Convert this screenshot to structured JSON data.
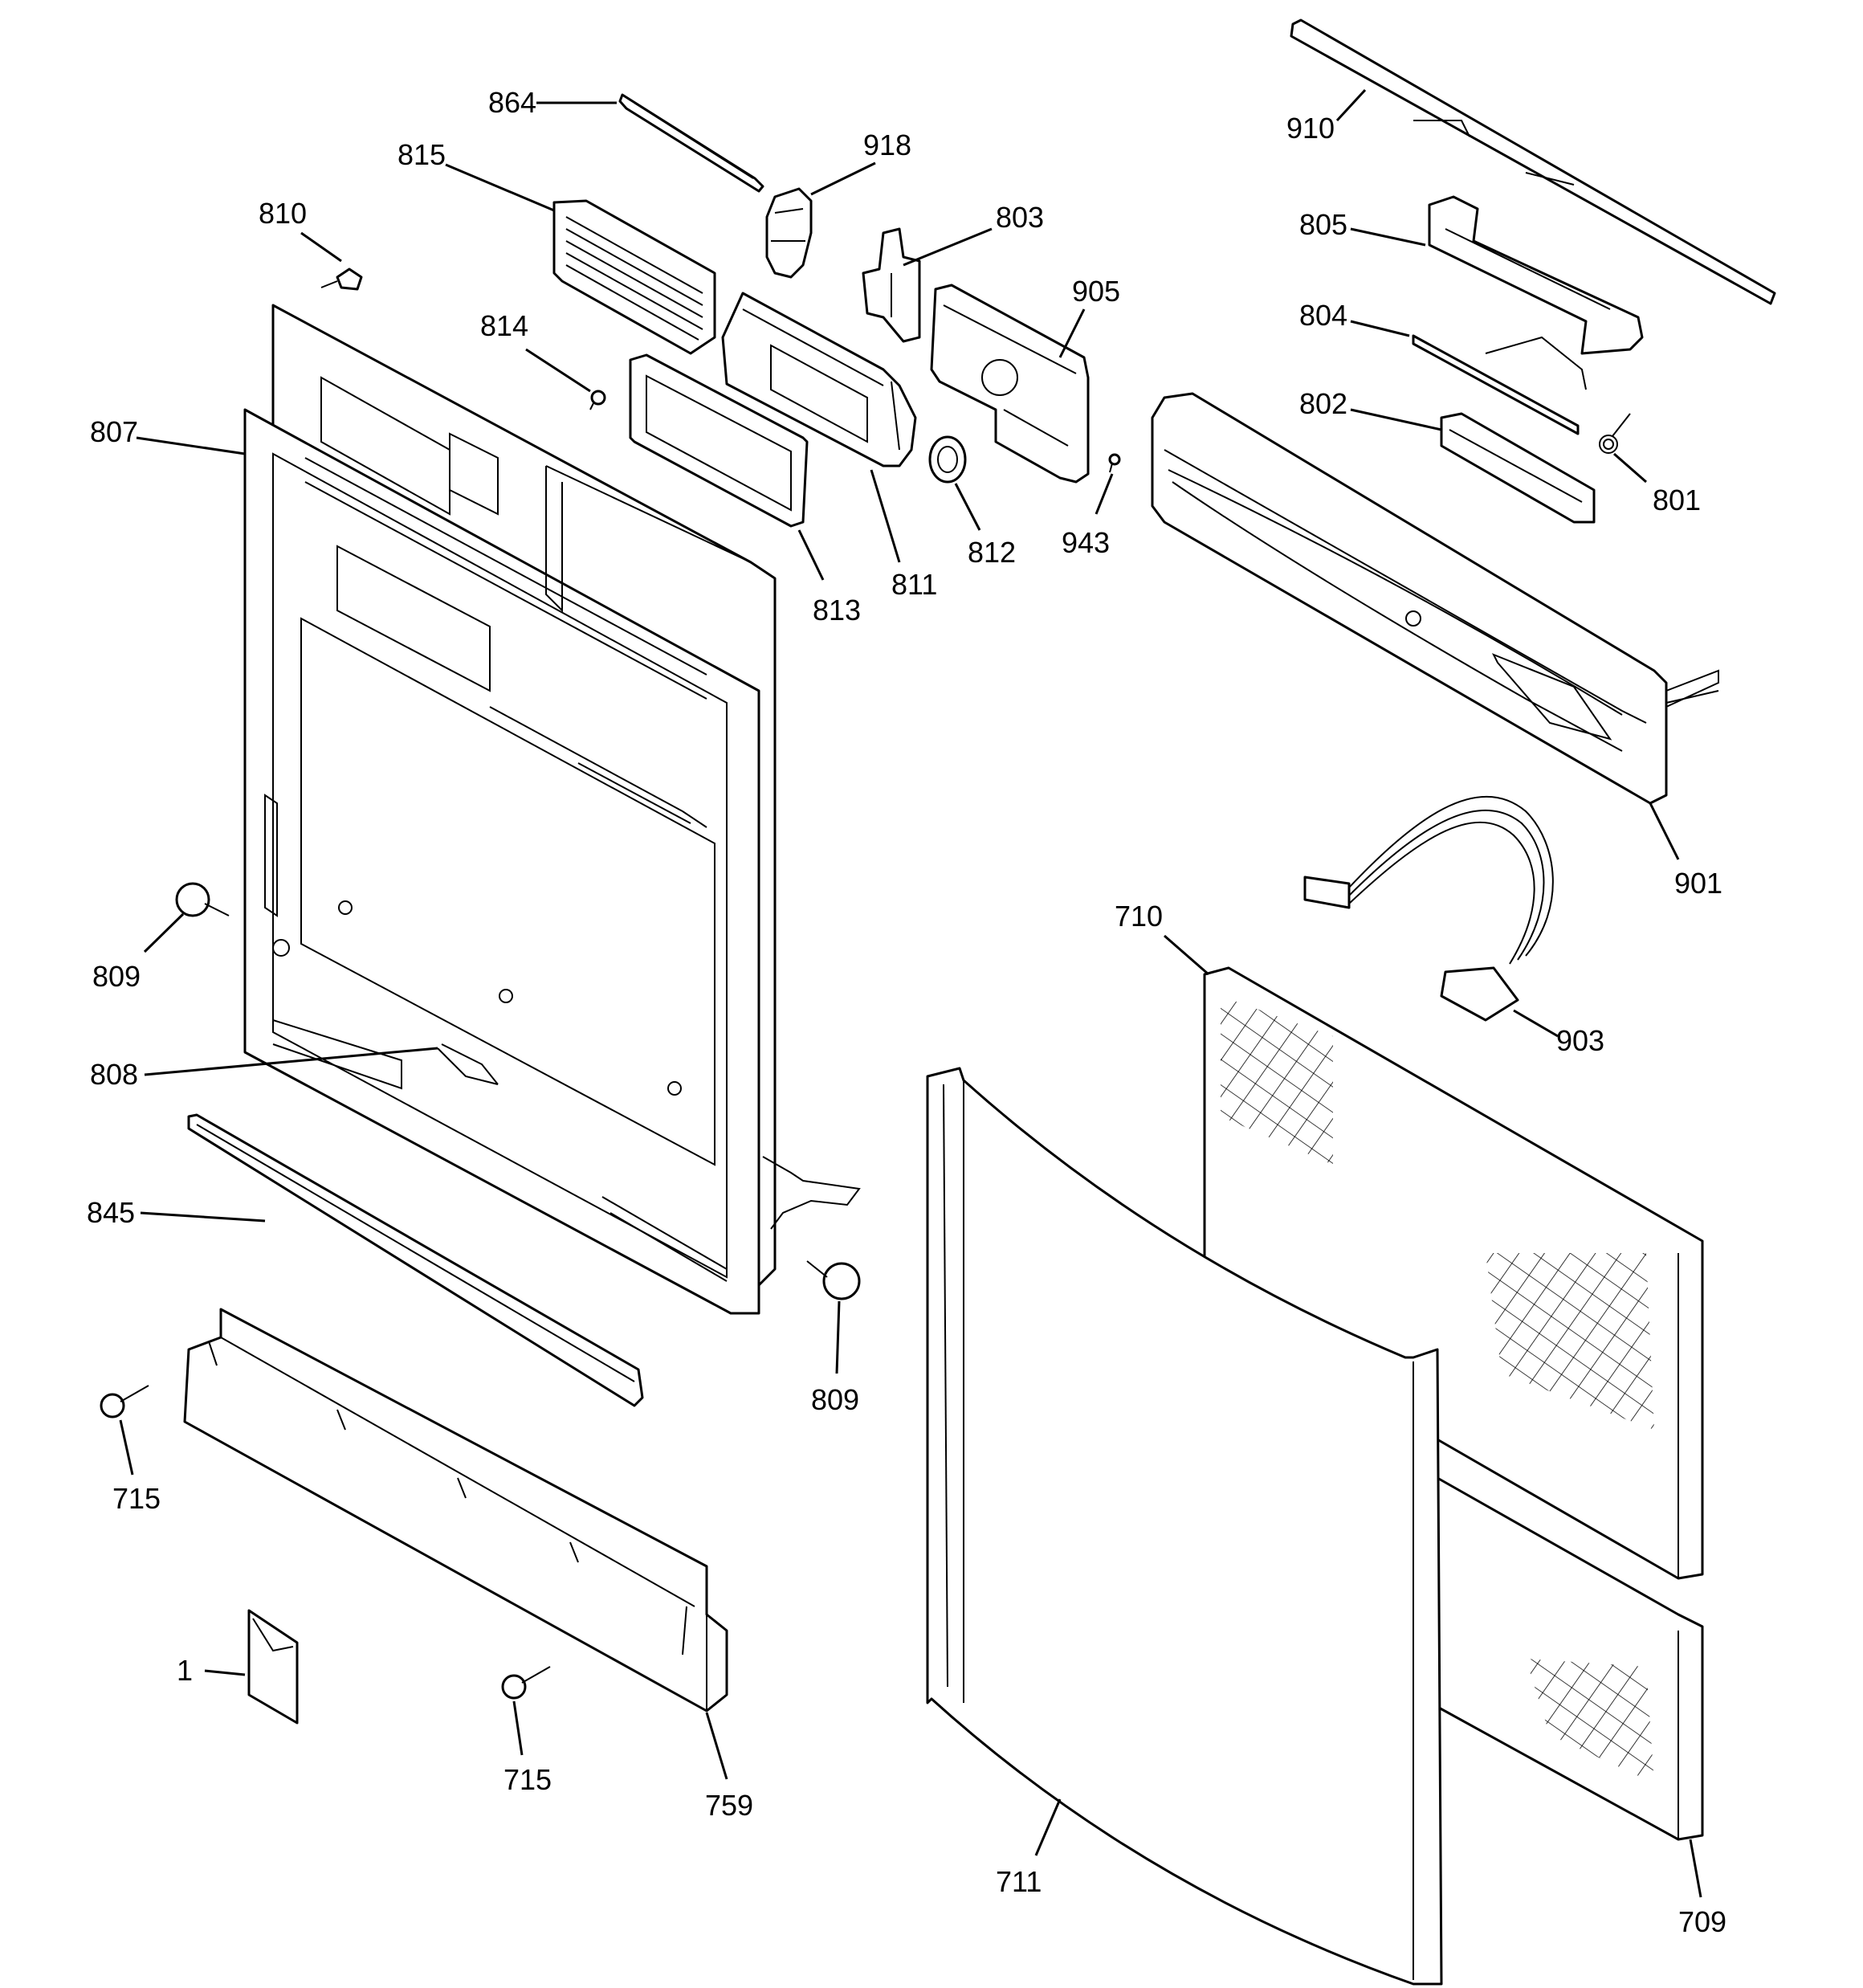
{
  "diagram": {
    "labels": [
      {
        "id": "864",
        "text": "864"
      },
      {
        "id": "918",
        "text": "918"
      },
      {
        "id": "815",
        "text": "815"
      },
      {
        "id": "810",
        "text": "810"
      },
      {
        "id": "803",
        "text": "803"
      },
      {
        "id": "905",
        "text": "905"
      },
      {
        "id": "814",
        "text": "814"
      },
      {
        "id": "807",
        "text": "807"
      },
      {
        "id": "813",
        "text": "813"
      },
      {
        "id": "811",
        "text": "811"
      },
      {
        "id": "812",
        "text": "812"
      },
      {
        "id": "943",
        "text": "943"
      },
      {
        "id": "910",
        "text": "910"
      },
      {
        "id": "805",
        "text": "805"
      },
      {
        "id": "804",
        "text": "804"
      },
      {
        "id": "802",
        "text": "802"
      },
      {
        "id": "801",
        "text": "801"
      },
      {
        "id": "901",
        "text": "901"
      },
      {
        "id": "710",
        "text": "710"
      },
      {
        "id": "903",
        "text": "903"
      },
      {
        "id": "809a",
        "text": "809"
      },
      {
        "id": "809b",
        "text": "809"
      },
      {
        "id": "808",
        "text": "808"
      },
      {
        "id": "845",
        "text": "845"
      },
      {
        "id": "715a",
        "text": "715"
      },
      {
        "id": "715b",
        "text": "715"
      },
      {
        "id": "1",
        "text": "1"
      },
      {
        "id": "759",
        "text": "759"
      },
      {
        "id": "711",
        "text": "711"
      },
      {
        "id": "709",
        "text": "709"
      }
    ]
  }
}
